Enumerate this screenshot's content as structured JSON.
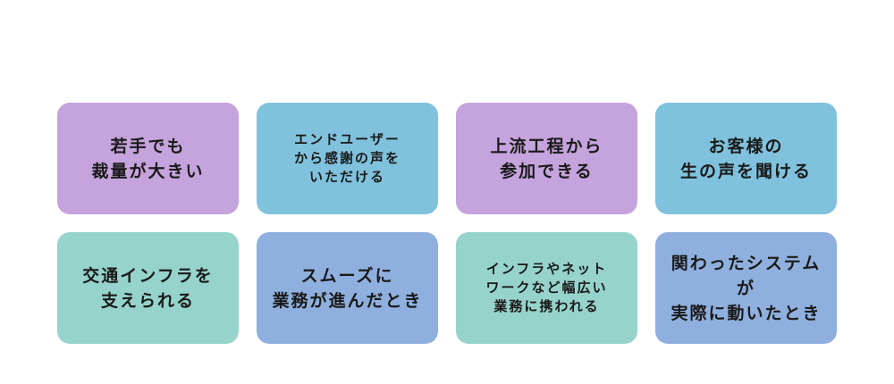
{
  "colors": {
    "purple": "#c5a3dc",
    "sky": "#80c2dd",
    "teal": "#96d3cb",
    "periwinkle": "#8fb0de",
    "text": "#1a1a1a"
  },
  "cards": [
    {
      "text": "若手でも\n裁量が大きい",
      "color": "#c5a3dc",
      "size": "lg"
    },
    {
      "text": "エンドユーザー\nから感謝の声を\nいただける",
      "color": "#80c2dd",
      "size": "sm"
    },
    {
      "text": "上流工程から\n参加できる",
      "color": "#c5a3dc",
      "size": "lg"
    },
    {
      "text": "お客様の\n生の声を聞ける",
      "color": "#80c2dd",
      "size": "lg"
    },
    {
      "text": "交通インフラを\n支えられる",
      "color": "#96d3cb",
      "size": "lg"
    },
    {
      "text": "スムーズに\n業務が進んだとき",
      "color": "#8fb0de",
      "size": "lg"
    },
    {
      "text": "インフラやネット\nワークなど幅広い\n業務に携われる",
      "color": "#96d3cb",
      "size": "sm"
    },
    {
      "text": "関わったシステムが\n実際に動いたとき",
      "color": "#8fb0de",
      "size": "lg"
    }
  ]
}
